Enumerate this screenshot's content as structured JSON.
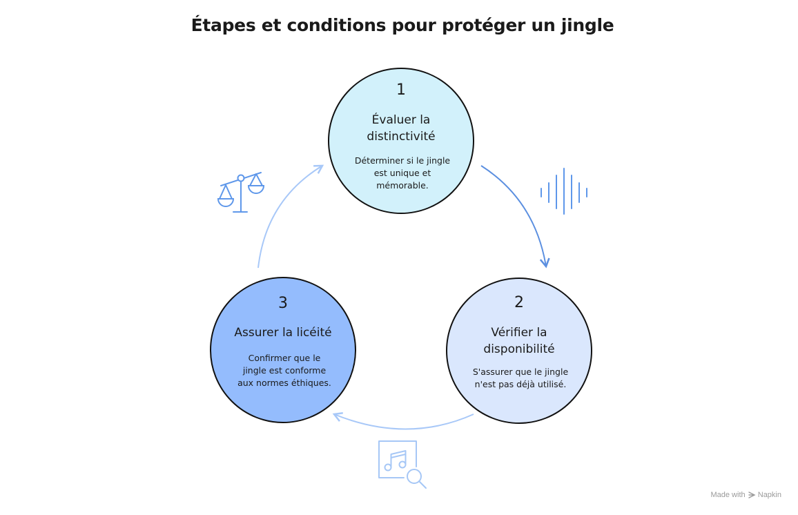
{
  "title": "Étapes et conditions pour protéger un jingle",
  "steps": [
    {
      "number": "1",
      "heading_line1": "Évaluer la",
      "heading_line2": "distinctivité",
      "desc_line1": "Déterminer si le jingle",
      "desc_line2": "est unique et",
      "desc_line3": "mémorable.",
      "color": "#d2f1fb"
    },
    {
      "number": "2",
      "heading_line1": "Vérifier la",
      "heading_line2": "disponibilité",
      "desc_line1": "S'assurer que le jingle",
      "desc_line2": "n'est pas déjà utilisé.",
      "color": "#dae7fd"
    },
    {
      "number": "3",
      "heading_line1": "Assurer la licéité",
      "desc_line1": "Confirmer que le",
      "desc_line2": "jingle est conforme",
      "desc_line3": "aux normes éthiques.",
      "color": "#94bcfd"
    }
  ],
  "icons": [
    "scales-icon",
    "sound-wave-icon",
    "music-search-icon",
    "napkin-logo-icon"
  ],
  "colors": {
    "arrow_dark": "#5b8fe0",
    "arrow_light": "#a8c8f8",
    "icon_blue": "#5e97ea",
    "icon_light": "#a6c7f6"
  },
  "footer": {
    "made_with": "Made with",
    "brand": "Napkin"
  }
}
